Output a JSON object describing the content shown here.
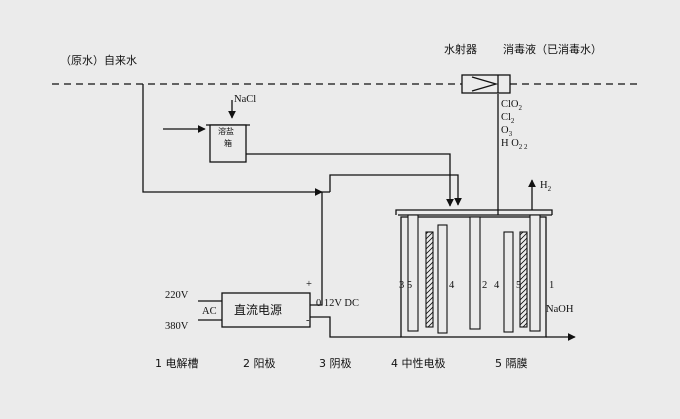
{
  "labels": {
    "raw_water": "（原水）自来水",
    "ejector": "水射器",
    "disinfectant": "消毒液（已消毒水）",
    "nacl": "NaCl",
    "brine_tank_l1": "溶盐",
    "brine_tank_l2": "箱",
    "gases": [
      "ClO",
      "Cl",
      "O",
      "H O"
    ],
    "gas_sub_a": "2",
    "gas_sub_b": "2",
    "gas_sub_c": "3",
    "gas_sub_d": "2 2",
    "h2": "H",
    "h2_sub": "2",
    "v220": "220V",
    "v380": "380V",
    "ac": "AC",
    "power_supply": "直流电源",
    "plus": "+",
    "minus": "-",
    "dc_out": "0 12V  DC",
    "cell_numbers_left": "3 5",
    "cell_4a": "4",
    "cell_2": "2",
    "cell_4b": "4",
    "cell_5": "5",
    "cell_1": "1",
    "naoh": "NaOH"
  },
  "legend": [
    "1 电解槽",
    "2 阳极",
    "3 阴极",
    "4 中性电极",
    "5 隔膜"
  ],
  "colors": {
    "background": "#ebebeb",
    "line": "#111111"
  }
}
